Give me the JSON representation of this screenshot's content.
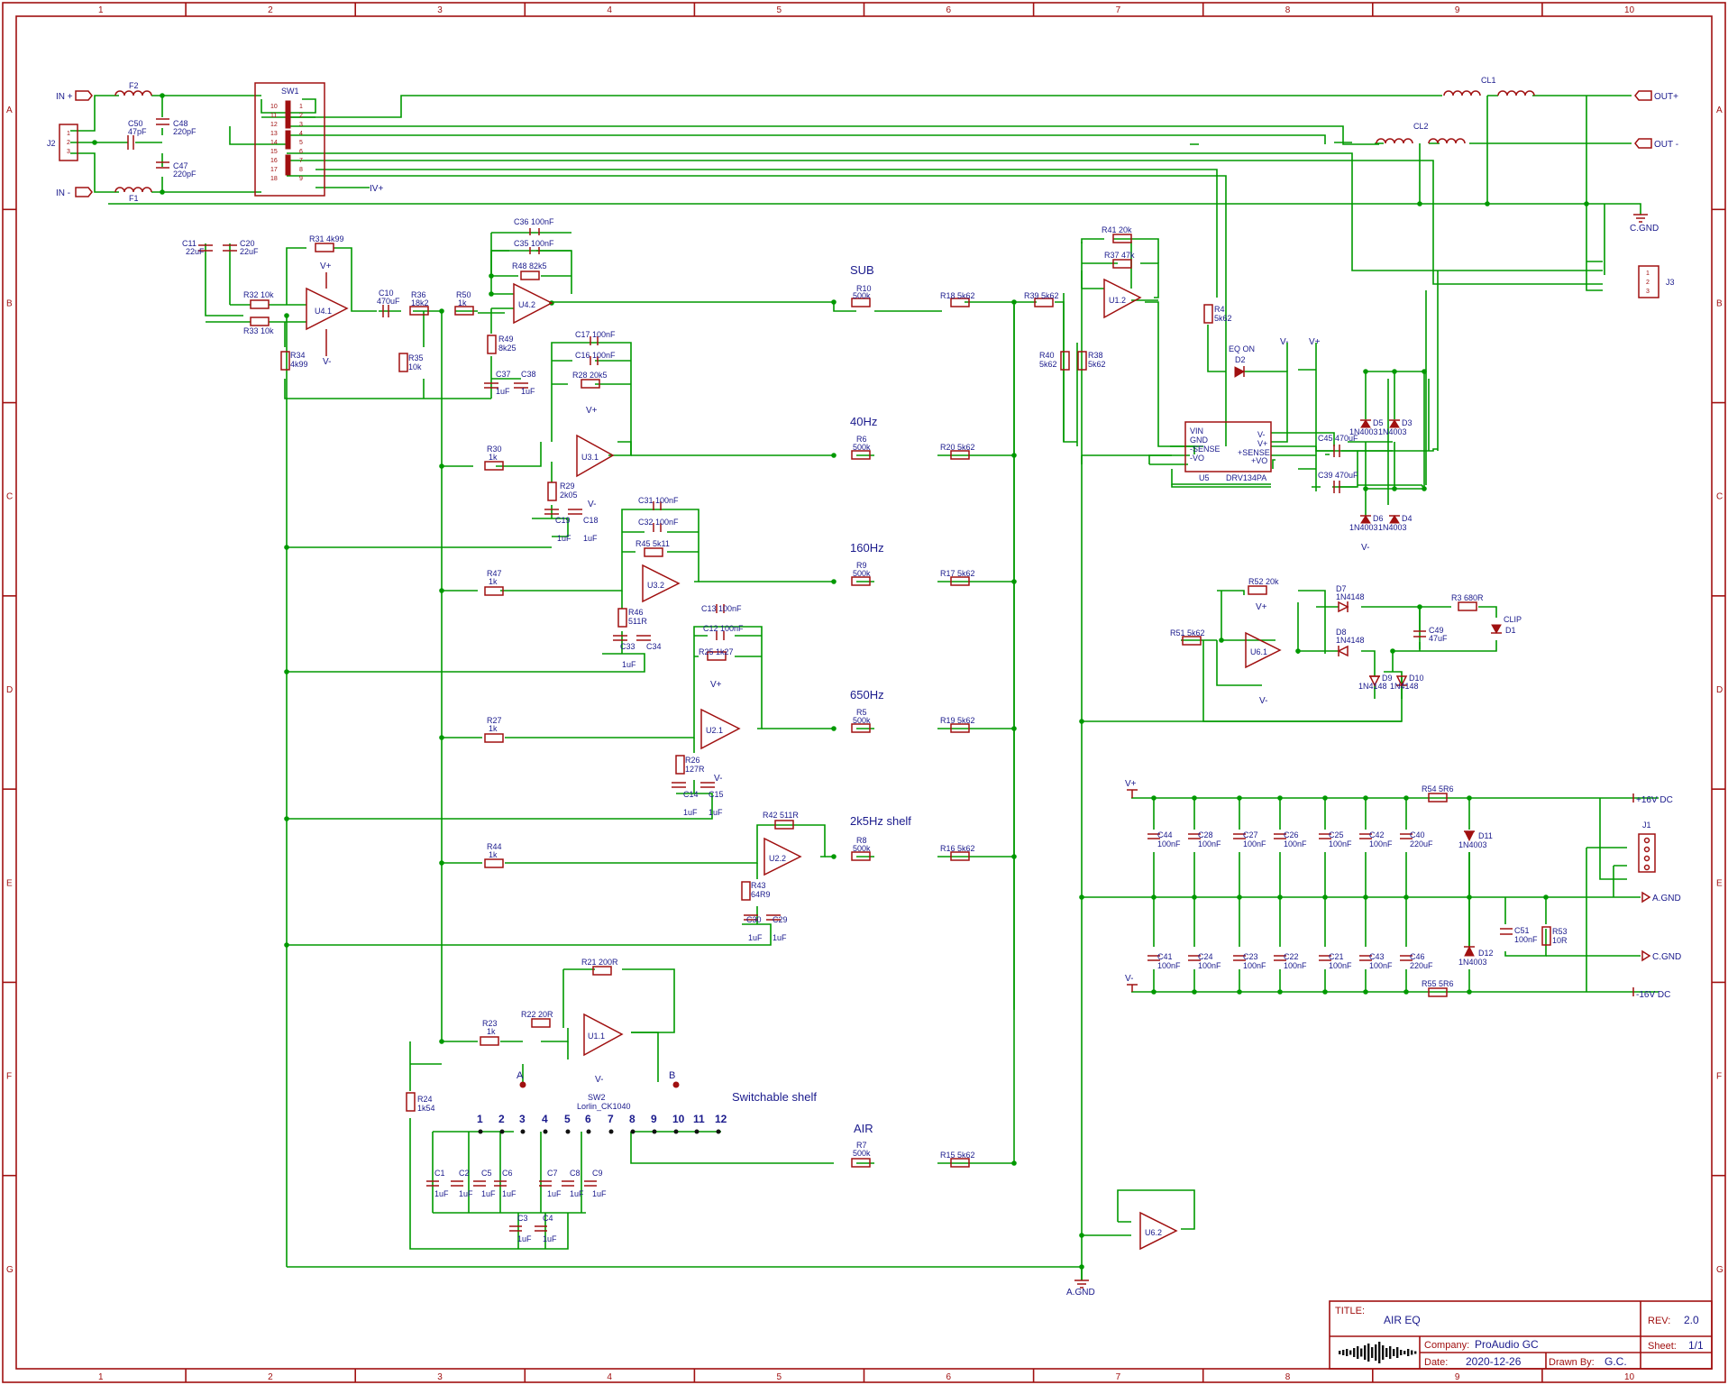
{
  "title_block": {
    "title_label": "TITLE:",
    "title": "AIR EQ",
    "rev_label": "REV:",
    "rev": "2.0",
    "company_label": "Company:",
    "company": "ProAudio GC",
    "sheet_label": "Sheet:",
    "sheet": "1/1",
    "date_label": "Date:",
    "date": "2020-12-26",
    "drawn_label": "Drawn By:",
    "drawn_by": "G.C."
  },
  "frame": {
    "cols": [
      "1",
      "2",
      "3",
      "4",
      "5",
      "6",
      "7",
      "8",
      "9",
      "10"
    ],
    "rows": [
      "A",
      "B",
      "C",
      "D",
      "E",
      "F",
      "G"
    ]
  },
  "sections": {
    "sub": "SUB",
    "hz40": "40Hz",
    "hz160": "160Hz",
    "hz650": "650Hz",
    "shelf2k5": "2k5Hz shelf",
    "switchable": "Switchable shelf",
    "air": "AIR"
  },
  "ports": {
    "in_plus": "IN +",
    "in_minus": "IN -",
    "out_plus": "OUT+",
    "out_minus": "OUT -",
    "cgnd": "C.GND",
    "agnd": "A.GND",
    "agnd2": "A.GND",
    "cgnd2": "C.GND",
    "p16": "+16V DC",
    "m16": "-16V DC",
    "vplus": "V+",
    "vminus": "V-",
    "ivplus": "IV+",
    "a_tap": "A",
    "b_tap": "B",
    "eq_on": "EQ ON",
    "clip": "CLIP"
  },
  "labels": {
    "j2": "J2",
    "j3": "J3",
    "j1": "J1",
    "sw1": "SW1",
    "f1": "F1",
    "f2": "F2",
    "cl1": "CL1",
    "cl2": "CL2",
    "c50": "C50",
    "c50v": "47pF",
    "c48": "C48",
    "c48v": "220pF",
    "c47": "C47",
    "c47v": "220pF",
    "c11": "C11",
    "c11v": "22uF",
    "c20": "C20",
    "c20v": "22uF",
    "r31": "R31 4k99",
    "r32": "R32 10k",
    "r33": "R33 10k",
    "r34": "R34",
    "r34v": "4k99",
    "u41": "U4.1",
    "c10": "C10",
    "c10v": "470uF",
    "r36": "R36",
    "r36v": "18k2",
    "r35": "R35",
    "r35v": "10k",
    "r50": "R50",
    "r50v": "1k",
    "u42": "U4.2",
    "c36": "C36 100nF",
    "c35": "C35 100nF",
    "r48": "R48 82k5",
    "r49": "R49",
    "r49v": "8k25",
    "c37": "C37",
    "c37v": "1uF",
    "c38": "C38",
    "c38v": "1uF",
    "r10": "R10",
    "r10v": "500k",
    "r18": "R18 5k62",
    "r39": "R39 5k62",
    "c17": "C17 100nF",
    "c16": "C16 100nF",
    "r28": "R28 20k5",
    "u31": "U3.1",
    "r30": "R30",
    "r30v": "1k",
    "r29": "R29",
    "r29v": "2k05",
    "c19": "C19",
    "c19v": "1uF",
    "c18": "C18",
    "c18v": "1uF",
    "r6": "R6",
    "r6v": "500k",
    "r20": "R20 5k62",
    "c31": "C31 100nF",
    "c32": "C32 100nF",
    "r45": "R45 5k11",
    "u32": "U3.2",
    "r47": "R47",
    "r47v": "1k",
    "r46": "R46",
    "r46v": "511R",
    "c33": "C33",
    "c33v": "1uF",
    "c34": "C34",
    "r9": "R9",
    "r9v": "500k",
    "r17": "R17 5k62",
    "c13": "C13 100nF",
    "c12": "C12 100nF",
    "r25": "R25 1k27",
    "u21": "U2.1",
    "r27": "R27",
    "r27v": "1k",
    "r26": "R26",
    "r26v": "127R",
    "c14": "C14",
    "c14v": "1uF",
    "c15": "C15",
    "c15v": "1uF",
    "r5": "R5",
    "r5v": "500k",
    "r19": "R19 5k62",
    "r42": "R42 511R",
    "u22": "U2.2",
    "r44": "R44",
    "r44v": "1k",
    "r43": "R43",
    "r43v": "64R9",
    "c30": "C30",
    "c30v": "1uF",
    "c29": "C29",
    "c29v": "1uF",
    "r8": "R8",
    "r8v": "500k",
    "r16": "R16 5k62",
    "r21": "R21 200R",
    "r22": "R22 20R",
    "u11": "U1.1",
    "r23": "R23",
    "r23v": "1k",
    "r24": "R24",
    "r24v": "1k54",
    "sw2": "SW2",
    "sw2v": "Lorlin_CK1040",
    "r7": "R7",
    "r7v": "500k",
    "r15": "R15 5k62",
    "c1": "C1",
    "c2": "C2",
    "c5": "C5",
    "c6": "C6",
    "c7": "C7",
    "c8": "C8",
    "c9": "C9",
    "c3": "C3",
    "c4": "C4",
    "c1uf": "1uF",
    "r41": "R41 20k",
    "r37": "R37 47k",
    "u12": "U1.2",
    "r40": "R40",
    "r40v": "5k62",
    "r38": "R38",
    "r38v": "5k62",
    "r4": "R4",
    "r4v": "5k62",
    "d2": "D2",
    "u5": "U5",
    "u5v": "DRV134PA",
    "u5_vin": "VIN",
    "u5_gnd": "GND",
    "u5_msense": "-SENSE",
    "u5_mvo": "-VO",
    "u5_vm": "V-",
    "u5_vp": "V+",
    "u5_psense": "+SENSE",
    "u5_pvo": "+VO",
    "c45": "C45 470uF",
    "c39": "C39 470uF",
    "d5": "D5",
    "d3": "D3",
    "d6": "D6",
    "d4": "D4",
    "n4003": "1N4003",
    "r52": "R52 20k",
    "r51": "R51 5k62",
    "u61": "U6.1",
    "d7": "D7",
    "d8": "D8",
    "d9": "D9",
    "d10": "D10",
    "n4148": "1N4148",
    "r3": "R3 680R",
    "c49": "C49",
    "c49v": "47uF",
    "d1": "D1",
    "c44": "C44",
    "c28": "C28",
    "c27": "C27",
    "c26": "C26",
    "c25": "C25",
    "c42": "C42",
    "c40": "C40",
    "c41": "C41",
    "c24": "C24",
    "c23": "C23",
    "c22": "C22",
    "c21": "C21",
    "c43": "C43",
    "c46": "C46",
    "n100": "100nF",
    "u220": "220uF",
    "r54": "R54 5R6",
    "r55": "R55 5R6",
    "d11": "D11",
    "d12": "D12",
    "c51": "C51",
    "c51v": "100nF",
    "r53": "R53",
    "r53v": "10R",
    "u62": "U6.2"
  },
  "colors": {
    "wire": "#009900",
    "component": "#a01010",
    "text": "#1a1a8c"
  }
}
